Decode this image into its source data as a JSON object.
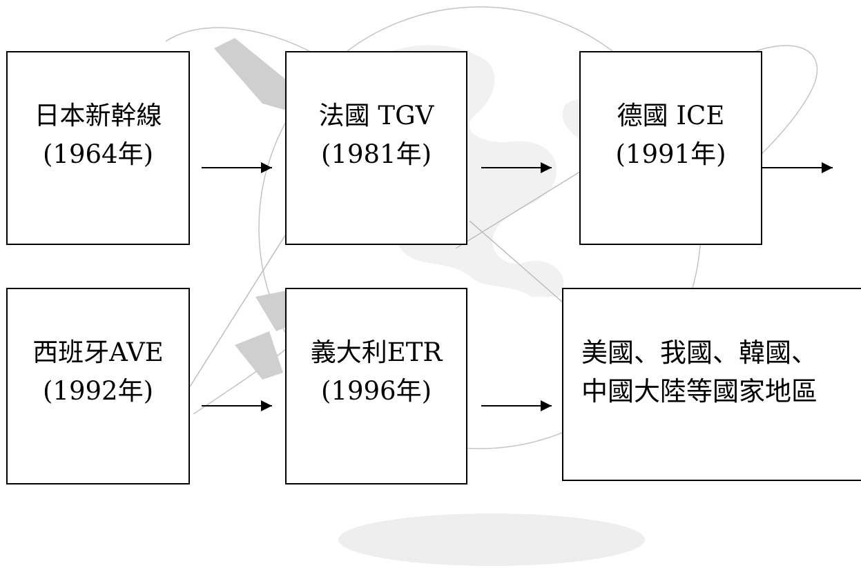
{
  "nodes": [
    {
      "line1": "日本新幹線",
      "line2": "(1964年)"
    },
    {
      "line1": "法國 TGV",
      "line2": "(1981年)"
    },
    {
      "line1": "德國 ICE",
      "line2": "(1991年)"
    },
    {
      "line1": "西班牙AVE",
      "line2": "(1992年)"
    },
    {
      "line1": "義大利ETR",
      "line2": "(1996年)"
    },
    {
      "line1": "美國、我國、韓國、",
      "line2": "中國大陸等國家地區"
    }
  ],
  "colors": {
    "box_border": "#000000",
    "arrow": "#000000",
    "watermark": "#cccccc",
    "watermark_line": "#bdbdbd",
    "shadow": "#eeeeee"
  },
  "icons": {
    "background": "globe-airplane-watermark-icon"
  }
}
